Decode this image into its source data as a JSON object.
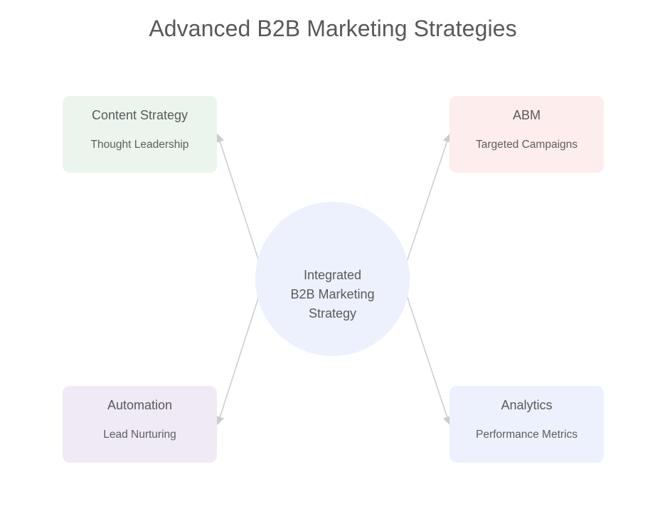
{
  "title": "Advanced B2B Marketing Strategies",
  "hub": {
    "lines": [
      "Integrated",
      "B2B Marketing",
      "Strategy"
    ]
  },
  "nodes": {
    "content": {
      "title": "Content Strategy",
      "subtitle": "Thought Leadership",
      "color": "#ebf5ed"
    },
    "abm": {
      "title": "ABM",
      "subtitle": "Targeted Campaigns",
      "color": "#fdeded"
    },
    "automation": {
      "title": "Automation",
      "subtitle": "Lead Nurturing",
      "color": "#efeaf5"
    },
    "analytics": {
      "title": "Analytics",
      "subtitle": "Performance Metrics",
      "color": "#edf1fd"
    }
  },
  "colors": {
    "hub": "#edf1fe",
    "connector": "#cccccc",
    "text": "#5a5a5a"
  }
}
